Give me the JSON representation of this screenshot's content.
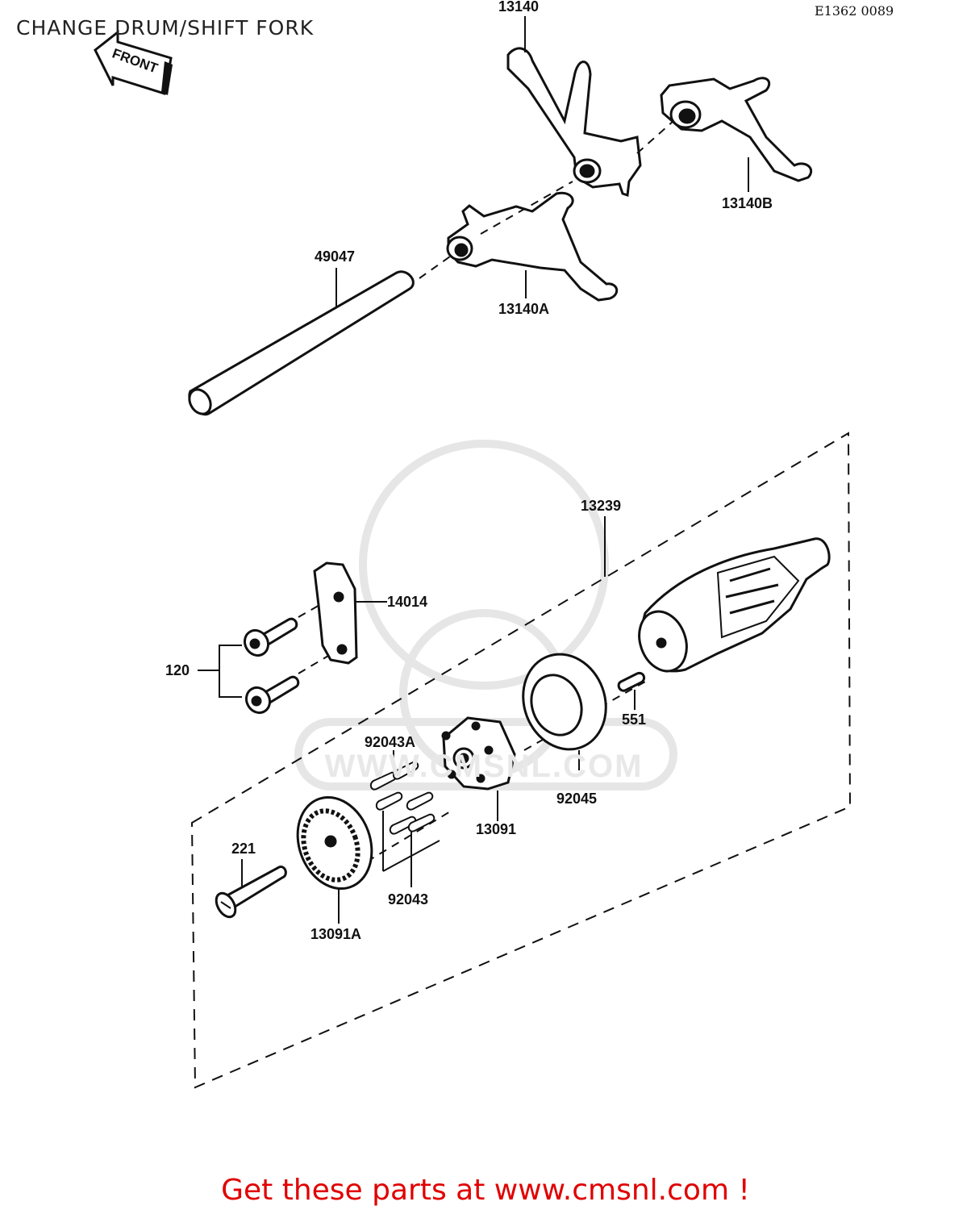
{
  "header": {
    "title": "CHANGE DRUM/SHIFT FORK",
    "diagram_code": "E1362 0089"
  },
  "front_arrow": {
    "label": "FRONT"
  },
  "watermark": {
    "text": "WWW.CMSNL.COM"
  },
  "parts": {
    "p13140": "13140",
    "p13140b": "13140B",
    "p49047": "49047",
    "p13140a": "13140A",
    "p13239": "13239",
    "p14014": "14014",
    "p120": "120",
    "p551": "551",
    "p92043a": "92043A",
    "p92045": "92045",
    "p13091": "13091",
    "p221": "221",
    "p92043": "92043",
    "p13091a": "13091A"
  },
  "footer": {
    "text": "Get these parts at www.cmsnl.com !"
  }
}
